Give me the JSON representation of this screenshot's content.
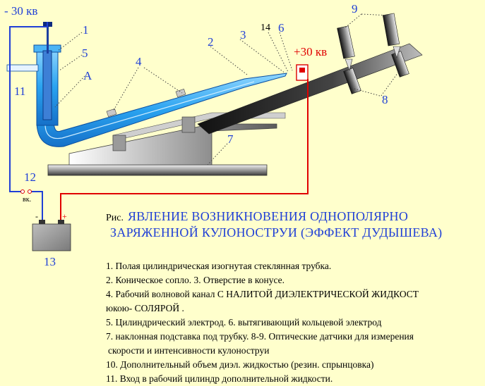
{
  "labels": {
    "neg_voltage": "- 30 кв",
    "pos_voltage": "+30 кв",
    "n1": "1",
    "n2": "2",
    "n3": "3",
    "n4": "4",
    "n5": "5",
    "nA": "A",
    "n6": "6",
    "n7": "7",
    "n8": "8",
    "n9": "9",
    "n11": "11",
    "n12": "12",
    "n13": "13",
    "n14": "14",
    "switch": "вк.",
    "minus": "-",
    "plus": "+"
  },
  "caption": {
    "prefix": "Рис.",
    "title_line1": "ЯВЛЕНИЕ  ВОЗНИКНОВЕНИЯ  ОДНОПОЛЯРНО",
    "title_line2": "ЗАРЯЖЕННОЙ  КУЛОНОСТРУИ  (ЭФФЕКТ  ДУДЫШЕВА)"
  },
  "legend": [
    "1.  Полая  цилиндрическая  изогнутая  стеклянная  трубка.",
    "2.  Коническое  сопло. 3.  Отверстие  в  конусе.",
    "4.  Рабочий волновой канал С НАЛИТОЙ  ДИЭЛЕКТРИЧЕСКОЙ ЖИДКОСТ",
    "юкою- СОЛЯРОЙ .",
    "5.  Цилиндрический  электрод.  6. вытягивающий  кольцевой  электрод",
    "7. наклонная  подставка  под  трубку.  8-9. Оптические датчики для измерения",
    " скорости и  интенсивности кулоноструи",
    "10. Дополнительный  объем   диэл. жидкостью  (резин. спрынцовка)",
    "11.  Вход  в  рабочий  цилиндр  дополнительной  жидкости."
  ],
  "colors": {
    "background": "#ffffcc",
    "label_blue": "#1f3fd6",
    "positive_red": "#e00000",
    "tube_blue": "#2aa3f0",
    "stand_gray": "#8a8a8a"
  }
}
